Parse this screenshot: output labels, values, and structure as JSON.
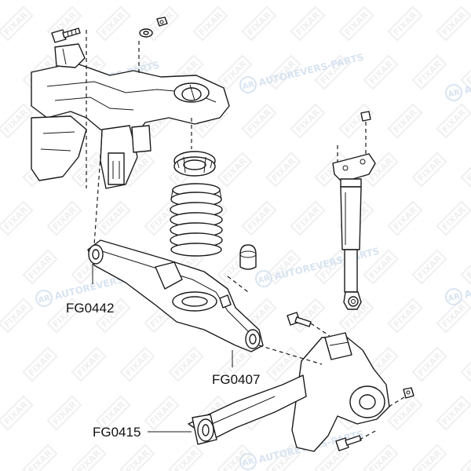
{
  "callouts": {
    "lower_arm": "FG0442",
    "spring_seat": "FG0407",
    "trailing_arm_bushing": "FG0415"
  },
  "watermarks": {
    "brand_mark": "FIXAR",
    "site_mark": "AUTOREVERS-PARTS",
    "site_logo_letters": "AR"
  },
  "colors": {
    "line": "#1a1a1a",
    "watermark": "#e3e3e3",
    "background": "#ffffff"
  }
}
